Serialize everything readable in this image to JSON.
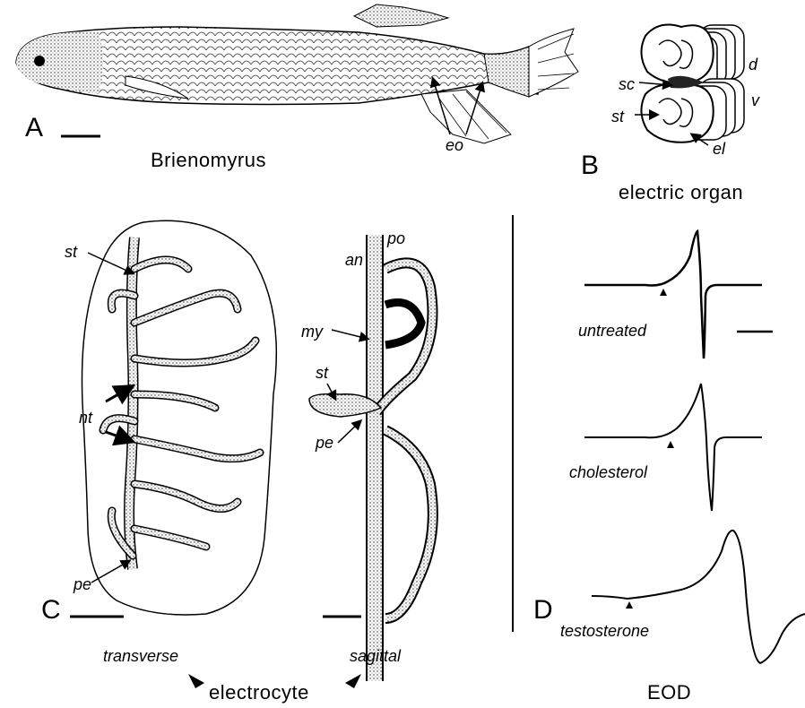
{
  "panels": {
    "a": {
      "letter": "A",
      "caption": "Brienomyrus",
      "abbrev": {
        "eo": "eo"
      }
    },
    "b": {
      "letter": "B",
      "caption": "electric organ",
      "abbrev": {
        "sc": "sc",
        "st": "st",
        "d": "d",
        "v": "v",
        "el": "el"
      }
    },
    "c": {
      "letter": "C",
      "caption": "electrocyte",
      "view_transverse": "transverse",
      "view_sagittal": "sagittal",
      "abbrev": {
        "st": "st",
        "nt": "nt",
        "pe": "pe",
        "an": "an",
        "po": "po",
        "my": "my"
      }
    },
    "d": {
      "letter": "D",
      "caption": "EOD",
      "traces": [
        {
          "label": "untreated"
        },
        {
          "label": "cholesterol"
        },
        {
          "label": "testosterone"
        }
      ]
    }
  }
}
